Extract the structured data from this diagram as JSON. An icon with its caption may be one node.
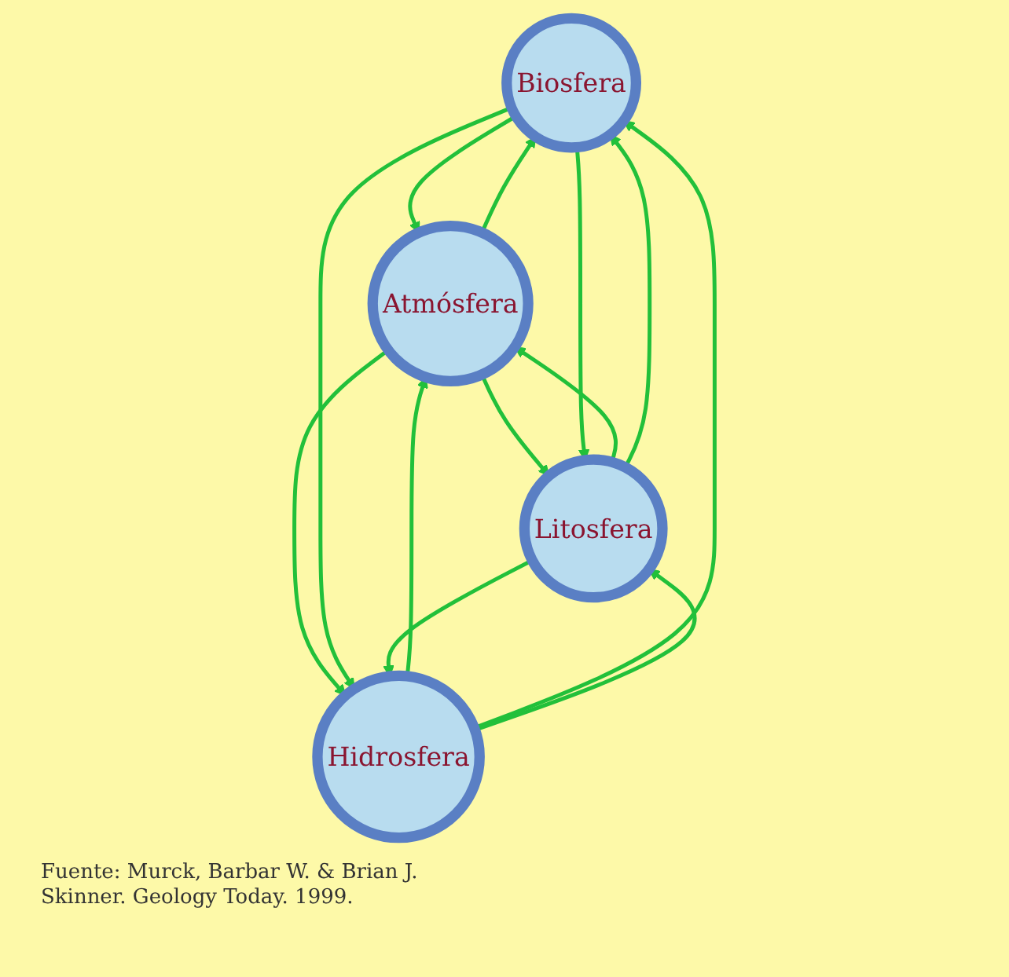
{
  "diagram": {
    "caption": "Fuente: Murck, Barbar W. & Brian J. Skinner. Geology Today. 1999.",
    "nodes": [
      {
        "text": [
          "Biosfera"
        ]
      },
      {
        "text": [
          "Atmósfera"
        ]
      },
      {
        "text": [
          "Litosfera"
        ]
      },
      {
        "text": [
          "Hidrosfera"
        ]
      }
    ],
    "edges": [
      {
        "from": 0,
        "to": 1,
        "arrow": "to"
      },
      {
        "from": 1,
        "to": 0,
        "arrow": "to"
      },
      {
        "from": 1,
        "to": 2,
        "arrow": "to"
      },
      {
        "from": 2,
        "to": 1,
        "arrow": "to"
      },
      {
        "from": 1,
        "to": 3,
        "arrow": "to"
      },
      {
        "from": 3,
        "to": 1,
        "arrow": "to"
      },
      {
        "from": 0,
        "to": 2,
        "arrow": "to"
      },
      {
        "from": 2,
        "to": 0,
        "arrow": "to"
      },
      {
        "from": 0,
        "to": 3,
        "arrow": "to"
      },
      {
        "from": 3,
        "to": 0,
        "arrow": "to"
      },
      {
        "from": 2,
        "to": 3,
        "arrow": "to"
      },
      {
        "from": 3,
        "to": 2,
        "arrow": "to"
      }
    ]
  }
}
